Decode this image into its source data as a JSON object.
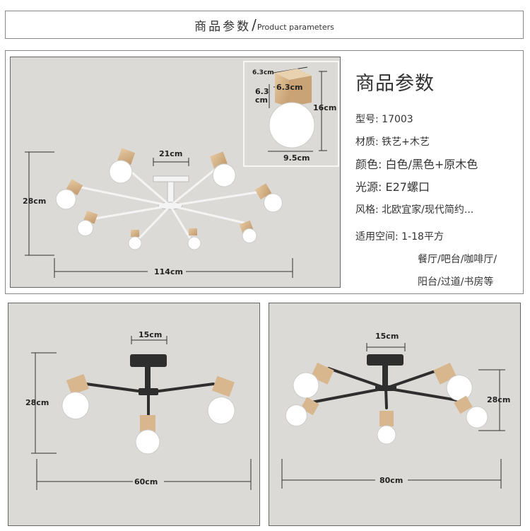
{
  "header": {
    "title_zh": "商品参数",
    "separator": "/",
    "title_en": "Product parameters"
  },
  "specs": {
    "title": "商品参数",
    "model": "型号: 17003",
    "material": "材质: 铁艺+木艺",
    "color": "颜色: 白色/黑色+原木色",
    "light_source": "光源: E27螺口",
    "style": "风格: 北欧宜家/现代简约...",
    "space_label": "适用空间: 1-18平方",
    "space_line2": "餐厅/吧台/咖啡厅/",
    "space_line3": "阳台/过道/书房等"
  },
  "panel_main": {
    "width_label": "114cm",
    "height_label": "28cm",
    "canopy_label": "21cm"
  },
  "inset": {
    "top_label": "6.3cm",
    "side_label_1": "6.3",
    "side_label_2": "cm",
    "face_label": "6.3cm",
    "height_label": "16cm",
    "bulb_label": "9.5cm"
  },
  "panel_left": {
    "canopy_label": "15cm",
    "height_label": "28cm",
    "width_label": "60cm"
  },
  "panel_right": {
    "canopy_label": "15cm",
    "height_label": "28cm",
    "width_label": "80cm"
  },
  "colors": {
    "panel_bg": "#dcdad6",
    "wood": "#d8b78f",
    "metal_white": "#f4f4f4",
    "metal_black": "#2e2e2e"
  }
}
